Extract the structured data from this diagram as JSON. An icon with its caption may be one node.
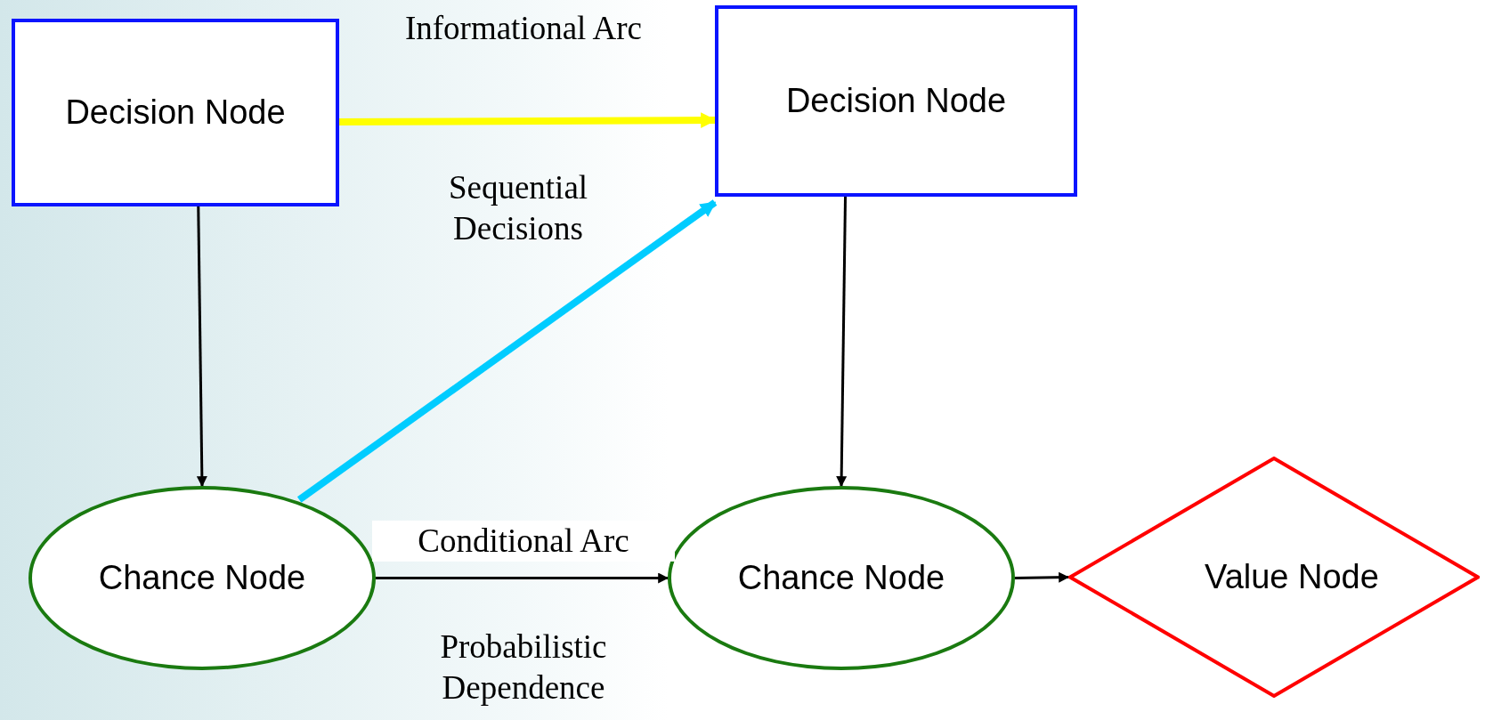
{
  "diagram": {
    "nodes": [
      {
        "text": [
          "Decision Node"
        ]
      },
      {
        "text": [
          "Decision Node"
        ]
      },
      {
        "text": [
          "Chance Node"
        ]
      },
      {
        "text": [
          "Chance Node"
        ]
      },
      {
        "text": [
          "Value Node"
        ]
      }
    ],
    "edges": [
      {
        "from": 0,
        "to": 2,
        "arrow": "to"
      },
      {
        "from": 0,
        "to": 1,
        "arrow": "to",
        "label": "Informational Arc",
        "style": "thick",
        "color": "#ffff00"
      },
      {
        "from": 2,
        "to": 1,
        "arrow": "to",
        "label": "Sequential Decisions",
        "style": "thick",
        "color": "#00ccff"
      },
      {
        "from": 1,
        "to": 3,
        "arrow": "to"
      },
      {
        "from": 2,
        "to": 3,
        "arrow": "to",
        "label": "Conditional Arc"
      },
      {
        "from": 3,
        "to": 4,
        "arrow": "to"
      }
    ],
    "labels": [
      "Probabilistic Dependence"
    ]
  }
}
